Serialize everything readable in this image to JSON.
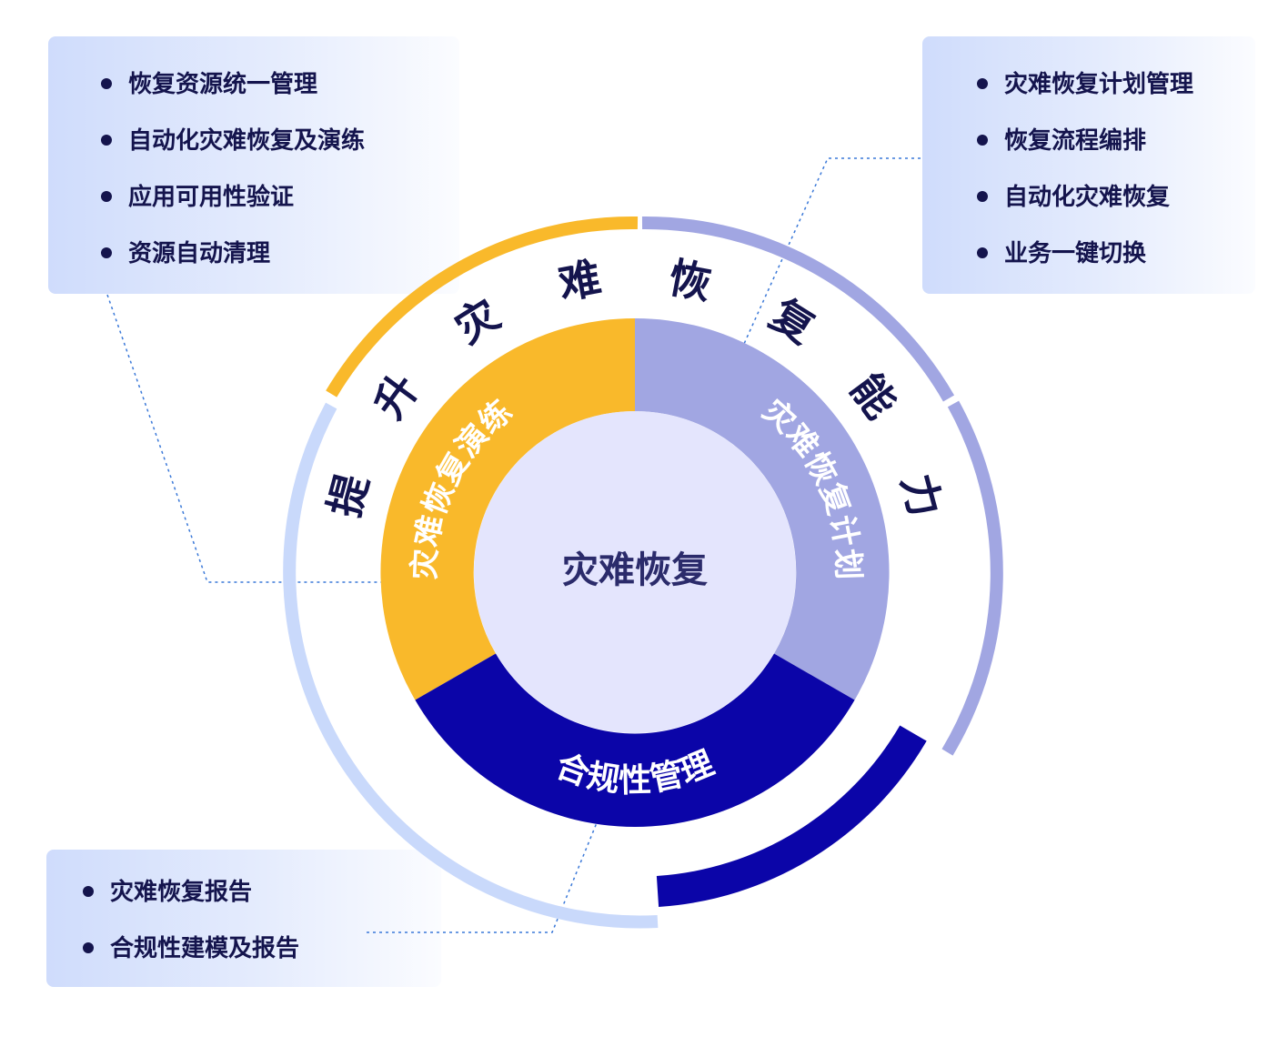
{
  "center_label": "灾难恢复",
  "segments": {
    "drill": "灾难恢复演练",
    "plan": "灾难恢复计划",
    "compliance": "合规性管理"
  },
  "ring_title_chars": [
    "提",
    "升",
    "灾",
    "难",
    "恢",
    "复",
    "能",
    "力"
  ],
  "panels": {
    "drill_features": [
      "恢复资源统一管理",
      "自动化灾难恢复及演练",
      "应用可用性验证",
      "资源自动清理"
    ],
    "plan_features": [
      "灾难恢复计划管理",
      "恢复流程编排",
      "自动化灾难恢复",
      "业务一键切换"
    ],
    "compliance_features": [
      "灾难恢复报告",
      "合规性建模及报告"
    ]
  },
  "colors": {
    "drill": "#f9b92b",
    "plan": "#a1a6e2",
    "compliance": "#0b05a8",
    "center": "#e4e5fd",
    "outer_arc_light": "#c9d9fb",
    "text_dark": "#14144d",
    "connector": "#3a78d8"
  }
}
